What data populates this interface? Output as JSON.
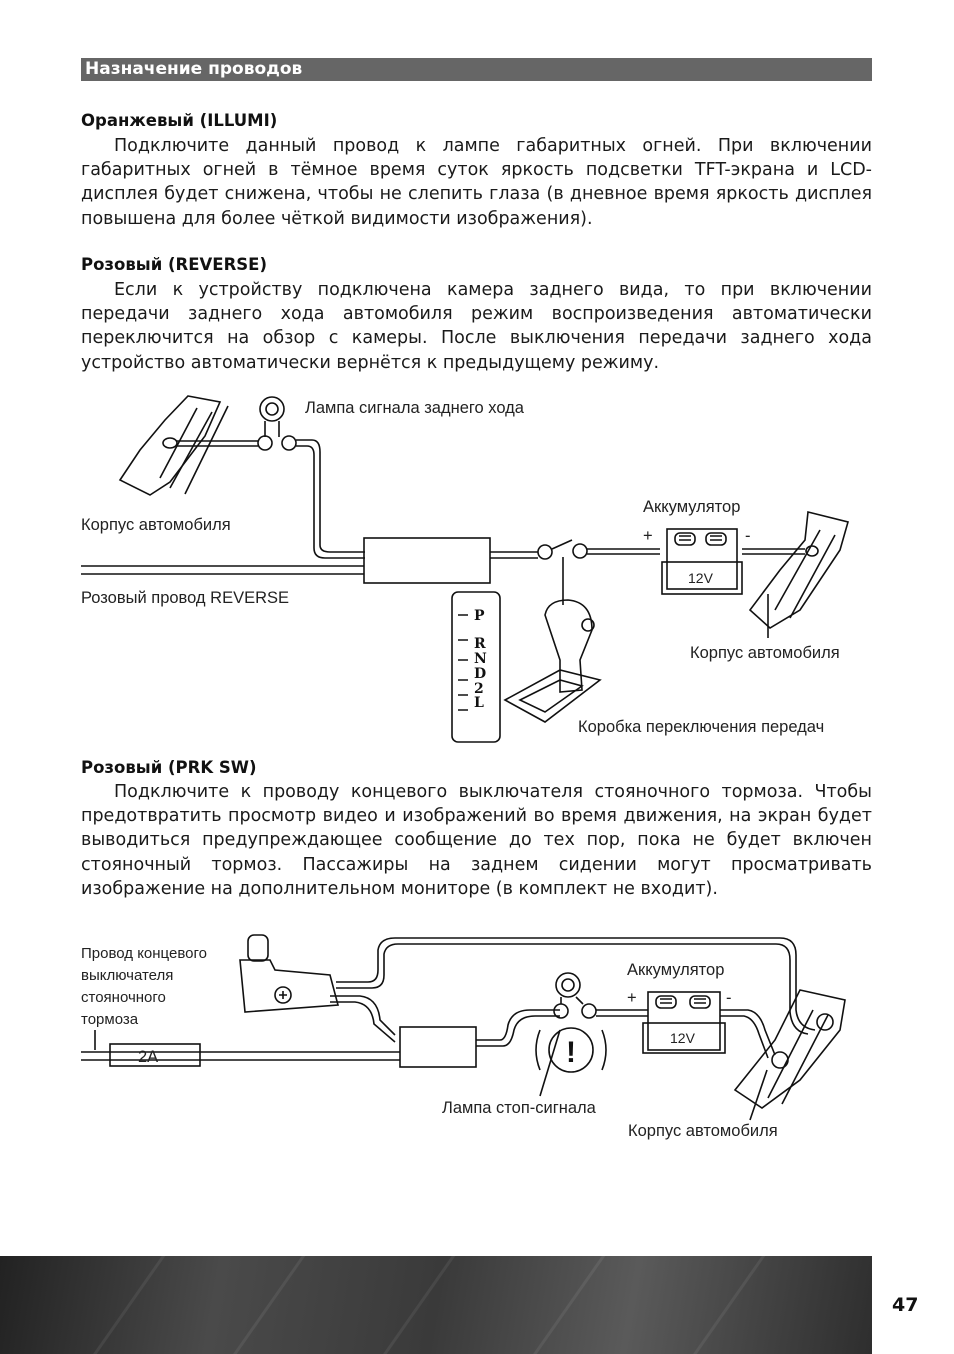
{
  "header": {
    "title": "Назначение проводов"
  },
  "sections": [
    {
      "title": "Оранжевый (ILLUMI)",
      "text": "Подключите данный провод к лампе габаритных огней. При включении габаритных огней в тёмное время суток яркость подсветки TFT-экрана и LCD-дисплея будет снижена, чтобы не слепить глаза (в дневное время яркость дисплея повышена для более чёткой видимости изображения)."
    },
    {
      "title": "Розовый (REVERSE)",
      "text": "Если к устройству подключена камера заднего вида, то при включении передачи заднего хода автомобиля режим воспроизведения автоматически переключится на обзор с камеры. После выключения передачи заднего хода устройство автоматически вернётся к предыдущему режиму."
    },
    {
      "title": "Розовый (PRK SW)",
      "text": "Подключите к проводу концевого выключателя стояночного тормоза. Чтобы предотвратить просмотр видео и изображений во время движения, на  экран будет выводиться предупреждающее сообщение до тех пор, пока не будет включен стояночный тормоз. Пассажиры на заднем сидении могут просматривать изображение на дополнительном мониторе (в комплект не входит)."
    }
  ],
  "diagram1": {
    "lamp_label": "Лампа сигнала заднего хода",
    "body_label_left": "Корпус автомобиля",
    "wire_label": "Розовый провод REVERSE",
    "battery_label": "Аккумулятор",
    "battery_voltage": "12V",
    "plus": "+",
    "minus": "-",
    "body_label_right": "Корпус автомобиля",
    "gearbox_label": "Коробка переключения передач",
    "gears": [
      "P",
      "R",
      "N",
      "D",
      "2",
      "L"
    ]
  },
  "diagram2": {
    "switch_label": [
      "Провод концевого",
      "выключателя",
      "стояночного",
      "тормоза"
    ],
    "fuse_label": "2A",
    "battery_label": "Аккумулятор",
    "battery_voltage": "12V",
    "plus": "+",
    "minus": "-",
    "stop_lamp_label": "Лампа стоп-сигнала",
    "body_label": "Корпус автомобиля",
    "warning_symbol": "!"
  },
  "footer": {
    "page_number": "47"
  },
  "colors": {
    "header_bg": "#666666",
    "footer_dark": "#2e2e2e"
  }
}
